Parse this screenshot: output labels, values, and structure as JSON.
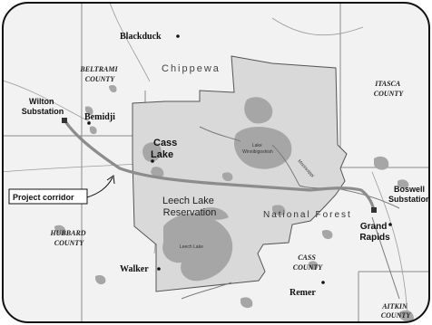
{
  "map": {
    "towns": {
      "blackduck": "Blackduck",
      "bemidji": "Bemidji",
      "cass_lake": [
        "Cass",
        "Lake"
      ],
      "walker": "Walker",
      "remer": "Remer",
      "grand_rapids": [
        "Grand",
        "Rapids"
      ]
    },
    "substations": {
      "wilton": [
        "Wilton",
        "Substation"
      ],
      "boswell": [
        "Boswell",
        "Substation"
      ]
    },
    "counties": {
      "beltrami": [
        "BELTRAMI",
        "COUNTY"
      ],
      "itasca": [
        "ITASCA",
        "COUNTY"
      ],
      "hubbard": [
        "HUBBARD",
        "COUNTY"
      ],
      "cass": [
        "CASS",
        "COUNTY"
      ],
      "aitkin": [
        "AITKIN",
        "COUNTY"
      ]
    },
    "regions": {
      "chippewa": "Chippewa",
      "national_forest": "National Forest",
      "reservation": [
        "Leech Lake",
        "Reservation"
      ]
    },
    "water": {
      "lake_winnibigoshish": [
        "Lake",
        "Winnibigoshish"
      ],
      "leech_lake": "Leech Lake",
      "mississippi": "Mississippi"
    },
    "callout": "Project corridor",
    "colors": {
      "background": "#f2f2f2",
      "reservation": "#d9d9d9",
      "lakes": "#a6a6a6",
      "corridor": "#8c8c8c",
      "frame": "#111111"
    }
  }
}
